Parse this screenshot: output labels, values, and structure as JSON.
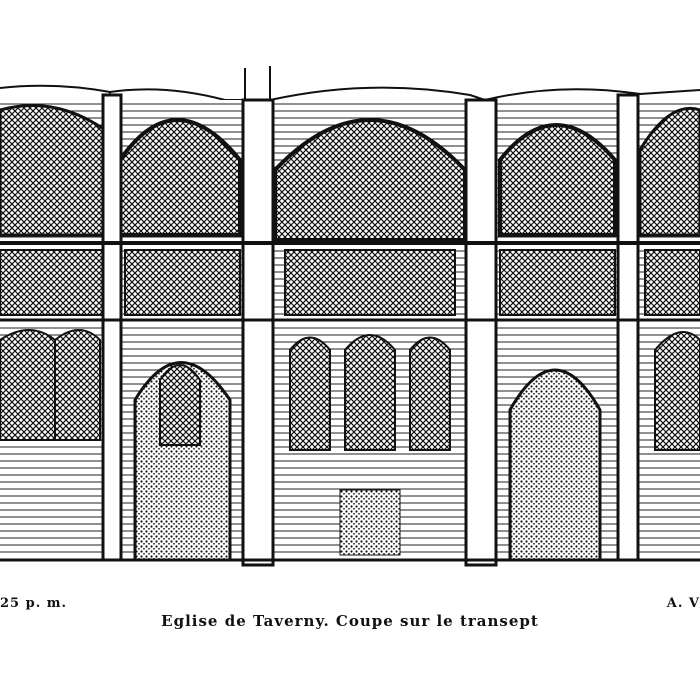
{
  "plate": {
    "subject": "Gothic church transept cross-section engraving",
    "bays": 5,
    "levels": [
      "clerestory windows",
      "triforium arcade",
      "lower arcade / chapels"
    ],
    "colors": {
      "ink": "#111111",
      "paper": "#ffffff"
    }
  },
  "captions": {
    "title": "Eglise de Taverny. Coupe sur le transept",
    "scale_note": "25 p. m.",
    "author": "A. V"
  }
}
